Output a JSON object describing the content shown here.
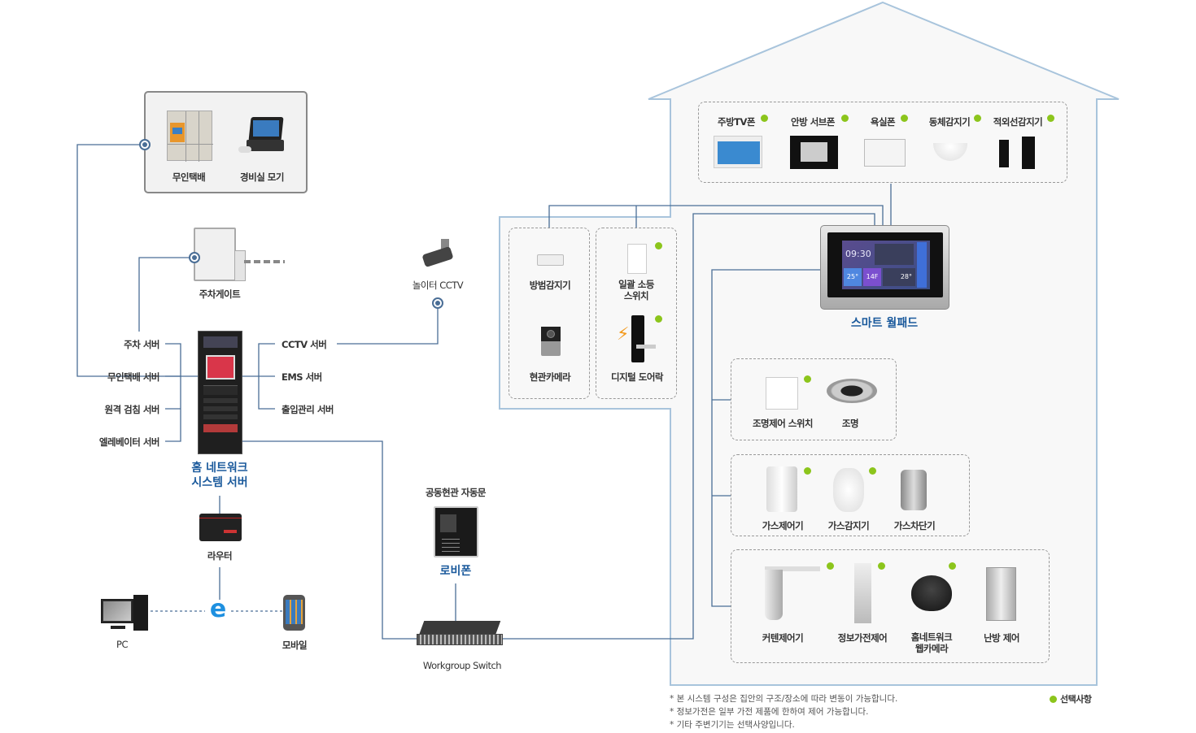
{
  "colors": {
    "accent_blue": "#1b5a9c",
    "wire": "#4a6e96",
    "house_outline": "#a8c4dc",
    "optional_dot": "#8cc51c"
  },
  "external": {
    "group_items": [
      {
        "label": "무인택배",
        "icon": "delivery-locker-icon"
      },
      {
        "label": "경비실 모기",
        "icon": "guard-phone-icon"
      }
    ],
    "parking_gate": {
      "label": "주차게이트",
      "icon": "parking-gate-icon"
    },
    "playground_cctv": {
      "label": "놀이터 CCTV",
      "icon": "cctv-camera-icon"
    }
  },
  "server": {
    "title_line1": "홈 네트워크",
    "title_line2": "시스템 서버",
    "left_servers": [
      "주차 서버",
      "무인택배 서버",
      "원격 검침 서버",
      "엘레베이터 서버"
    ],
    "right_servers": [
      "CCTV 서버",
      "EMS 서버",
      "출입관리 서버"
    ]
  },
  "router": {
    "label": "라우터"
  },
  "clients": [
    {
      "label": "PC",
      "icon": "desktop-pc-icon"
    },
    {
      "label": "모바일",
      "icon": "mobile-phone-icon"
    }
  ],
  "lobby": {
    "top_label": "공동현관 자동문",
    "title": "로비폰"
  },
  "switch": {
    "label": "Workgroup Switch"
  },
  "house": {
    "top_devices": [
      {
        "label": "주방TV폰",
        "optional": true
      },
      {
        "label": "안방 서브폰",
        "optional": true
      },
      {
        "label": "욕실폰",
        "optional": true
      },
      {
        "label": "동체감지기",
        "optional": true
      },
      {
        "label": "적외선감지기",
        "optional": true
      }
    ],
    "wallpad": {
      "title": "스마트 월패드",
      "screen_time": "09:30",
      "screen_temp1": "25°",
      "screen_temp2": "14F",
      "screen_temp3": "28°"
    },
    "entry_left": [
      {
        "label": "방범감지기",
        "optional": false
      },
      {
        "label": "현관카메라",
        "optional": false
      }
    ],
    "entry_right": [
      {
        "label_line1": "일괄 소등",
        "label_line2": "스위치",
        "optional": true
      },
      {
        "label_line1": "디지털 도어락",
        "label_line2": "",
        "optional": true
      }
    ],
    "lighting": [
      {
        "label": "조명제어 스위치",
        "optional": true
      },
      {
        "label": "조명",
        "optional": false
      }
    ],
    "gas": [
      {
        "label": "가스제어기",
        "optional": true
      },
      {
        "label": "가스감지기",
        "optional": true
      },
      {
        "label": "가스차단기",
        "optional": false
      }
    ],
    "appliances": [
      {
        "label_line1": "커텐제어기",
        "label_line2": "",
        "optional": true
      },
      {
        "label_line1": "정보가전제어",
        "label_line2": "",
        "optional": true
      },
      {
        "label_line1": "홈네트워크",
        "label_line2": "웹카메라",
        "optional": true
      },
      {
        "label_line1": "난방 제어",
        "label_line2": "",
        "optional": false
      }
    ]
  },
  "notes": [
    "* 본 시스템 구성은 집안의 구조/장소에 따라 변동이 가능합니다.",
    "* 정보가전은 일부 가전 제품에 한하여 제어 가능합니다.",
    "* 기타 주변기기는 선택사양입니다."
  ],
  "legend": {
    "label": "선택사항"
  }
}
